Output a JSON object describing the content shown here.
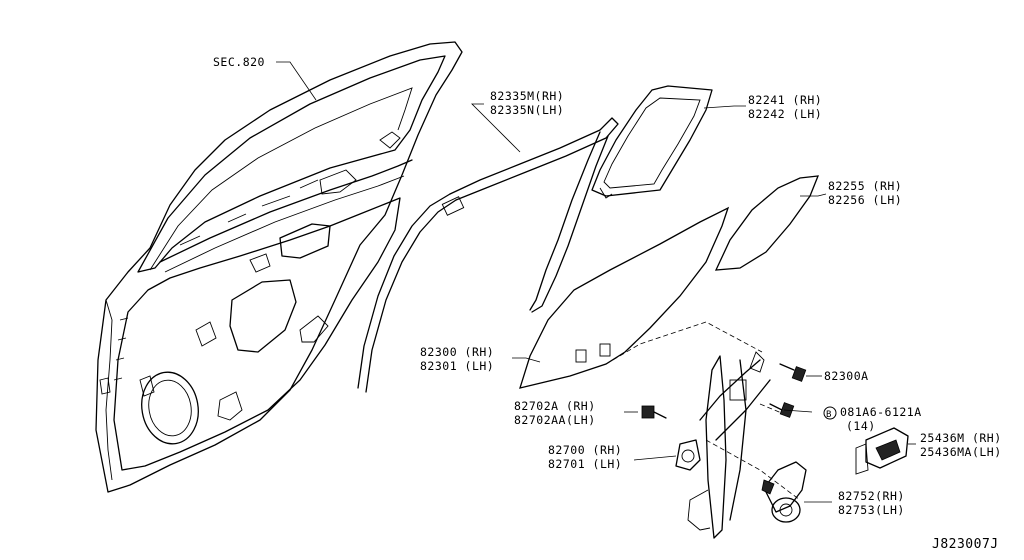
{
  "callouts": {
    "sec820": "SEC.820",
    "c82335": [
      "82335M(RH)",
      "82335N(LH)"
    ],
    "c82241": [
      "82241 (RH)",
      "82242 (LH)"
    ],
    "c82255": [
      "82255 (RH)",
      "82256 (LH)"
    ],
    "c82300": [
      "82300 (RH)",
      "82301 (LH)"
    ],
    "c82300A": "82300A",
    "c082A6": [
      "081A6-6121A",
      "(14)"
    ],
    "c82702": [
      "82702A (RH)",
      "82702AA(LH)"
    ],
    "c82700": [
      "82700 (RH)",
      "82701 (LH)"
    ],
    "c25436": [
      "25436M (RH)",
      "25436MA(LH)"
    ],
    "c82752": [
      "82752(RH)",
      "82753(LH)"
    ],
    "bolt_marker": "B"
  },
  "figure_code": "J823007J"
}
